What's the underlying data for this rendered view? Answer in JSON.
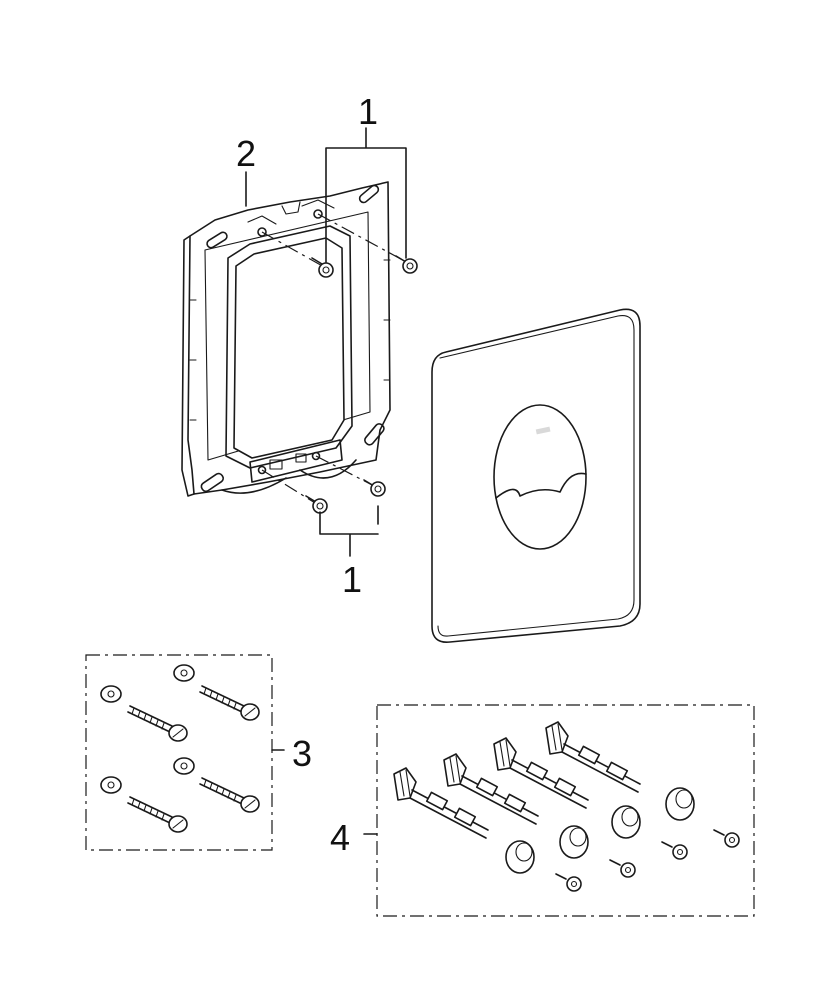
{
  "callouts": {
    "screws_top": "1",
    "frame": "2",
    "screws_bottom": "1",
    "wall_plugs_kit": "3",
    "anchor_bolts_kit": "4"
  },
  "colors": {
    "line": "#1a1a1a",
    "shade": "#d9d9d9",
    "background": "#ffffff"
  }
}
